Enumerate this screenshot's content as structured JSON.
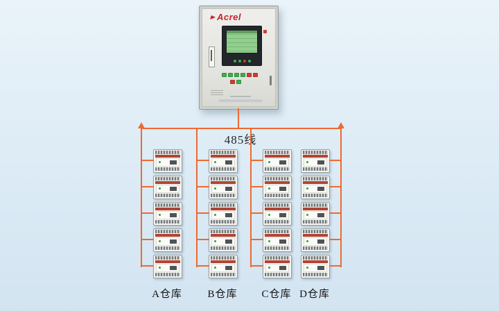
{
  "diagram": {
    "bus_label": "485线",
    "devices_per_column": 5
  },
  "cabinet": {
    "brand": "Acrel"
  },
  "columns": [
    {
      "label": "A仓库"
    },
    {
      "label": "B仓库"
    },
    {
      "label": "C仓库"
    },
    {
      "label": "D仓库"
    }
  ],
  "colors": {
    "bus_line": "#ed6a30",
    "brand_red": "#cc2027",
    "lcd_green": "#92cf8e",
    "device_stripe": "#b04434",
    "led_green": "#2f9e44",
    "button_green": "#3fae4c",
    "button_red": "#d23c31"
  }
}
